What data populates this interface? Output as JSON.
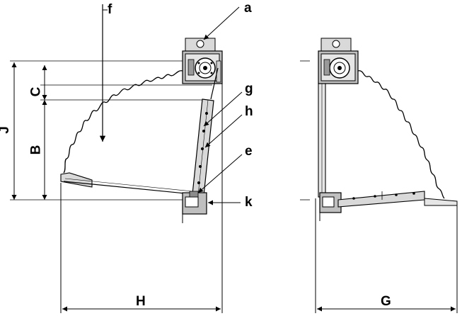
{
  "callouts": {
    "a": "a",
    "f": "f",
    "g": "g",
    "h": "h",
    "e": "e",
    "k": "k"
  },
  "dimensions": {
    "J": "J",
    "C": "C",
    "B": "B",
    "H": "H",
    "G": "G"
  },
  "colors": {
    "line": "#000000",
    "part_fill": "#d9d9d9",
    "part_dark": "#8c8c8c"
  }
}
